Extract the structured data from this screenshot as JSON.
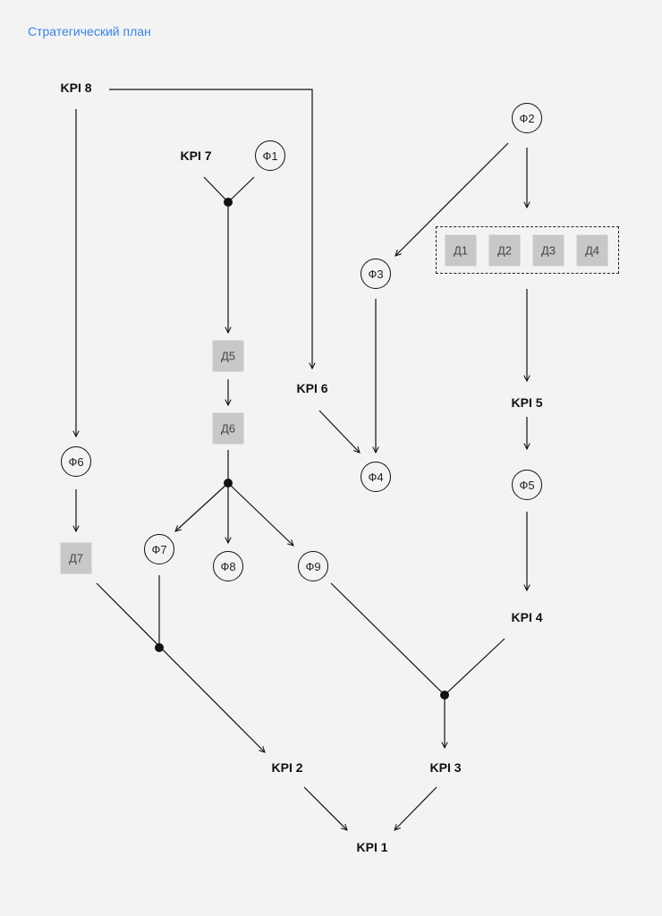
{
  "title": "Стратегический план",
  "kpis": {
    "kpi1": "KPI 1",
    "kpi2": "KPI 2",
    "kpi3": "KPI 3",
    "kpi4": "KPI 4",
    "kpi5": "KPI 5",
    "kpi6": "KPI 6",
    "kpi7": "KPI 7",
    "kpi8": "KPI 8"
  },
  "factors": {
    "f1": "Ф1",
    "f2": "Ф2",
    "f3": "Ф3",
    "f4": "Ф4",
    "f5": "Ф5",
    "f6": "Ф6",
    "f7": "Ф7",
    "f8": "Ф8",
    "f9": "Ф9"
  },
  "actions": {
    "d1": "Д1",
    "d2": "Д2",
    "d3": "Д3",
    "d4": "Д4",
    "d5": "Д5",
    "d6": "Д6",
    "d7": "Д7"
  }
}
